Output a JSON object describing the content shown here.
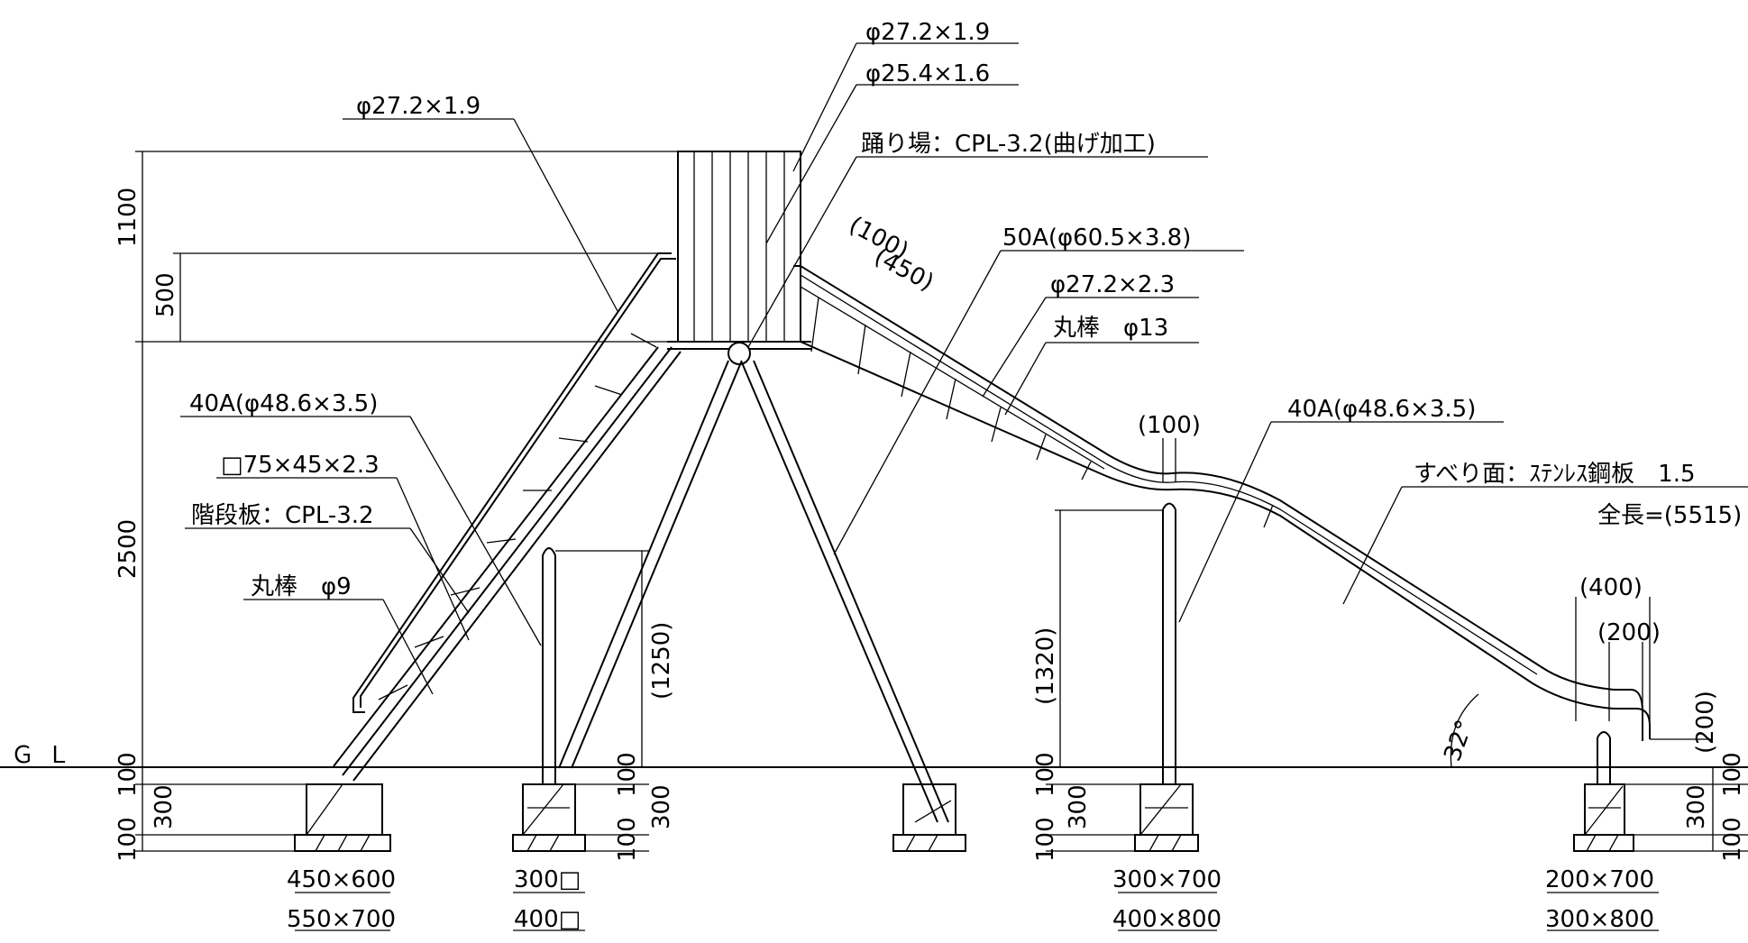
{
  "labels": {
    "pipe_top_1": "φ27.2×1.9",
    "pipe_top_2": "φ25.4×1.6",
    "landing": "踊り場：CPL-3.2(曲げ加工)",
    "handrail_left": "φ27.2×1.9",
    "slide_pipe": "50A(φ60.5×3.8)",
    "slide_rail": "φ27.2×2.3",
    "round_bar_13": "丸棒　φ13",
    "post_left": "40A(φ48.6×3.5)",
    "stringer": "□75×45×2.3",
    "step_board": "階段板：CPL-3.2",
    "round_bar_9": "丸棒　φ9",
    "post_right": "40A(φ48.6×3.5)",
    "slide_surface": "すべり面：ｽﾃﾝﾚｽ鋼板　1.5",
    "total_length": "全長=(5515)",
    "gl": "ＧＬ"
  },
  "dimensions": {
    "h1100": "1100",
    "h500": "500",
    "h2500": "2500",
    "h1250": "(1250)",
    "h1320": "(1320)",
    "d100_top": "(100)",
    "d450": "(450)",
    "d100_mid": "(100)",
    "d400": "(400)",
    "d200": "(200)",
    "d200_side": "(200)",
    "angle": "32°",
    "f100": "100",
    "f300": "300"
  },
  "footings": [
    {
      "top": "450×600",
      "bottom": "550×700"
    },
    {
      "top": "300□",
      "bottom": "400□"
    },
    {
      "top": "300×700",
      "bottom": "400×800"
    },
    {
      "top": "200×700",
      "bottom": "300×800"
    }
  ]
}
